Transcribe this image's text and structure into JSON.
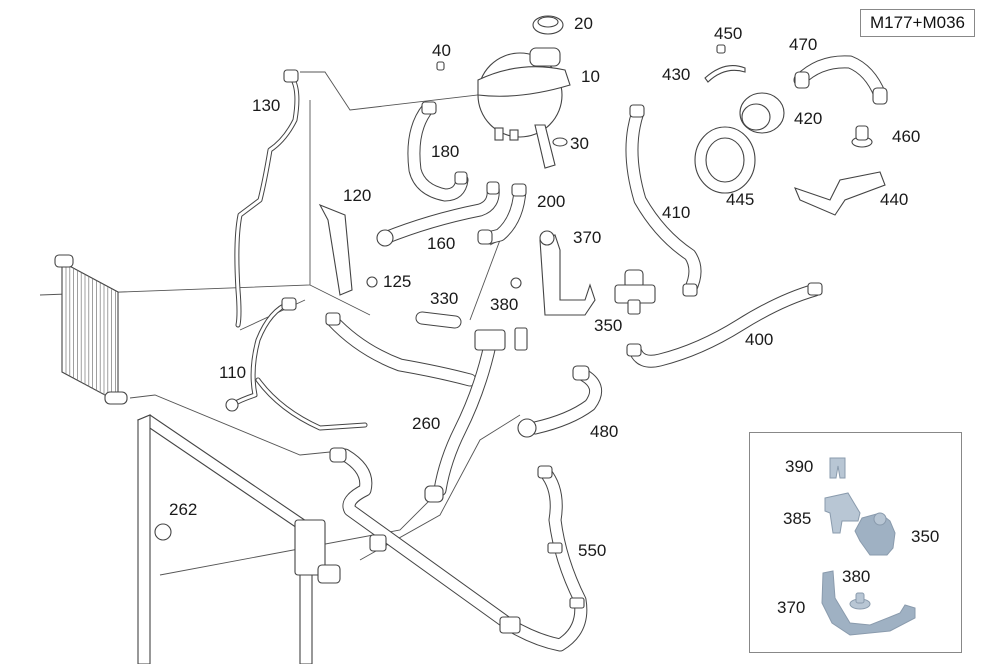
{
  "diagram": {
    "title": "Engine cooling system parts diagram",
    "model_code": "M177+M036",
    "labels": [
      {
        "id": "10",
        "text": "10"
      },
      {
        "id": "20",
        "text": "20"
      },
      {
        "id": "30",
        "text": "30"
      },
      {
        "id": "40",
        "text": "40"
      },
      {
        "id": "110",
        "text": "110"
      },
      {
        "id": "120",
        "text": "120"
      },
      {
        "id": "125",
        "text": "125"
      },
      {
        "id": "130",
        "text": "130"
      },
      {
        "id": "160",
        "text": "160"
      },
      {
        "id": "180",
        "text": "180"
      },
      {
        "id": "200",
        "text": "200"
      },
      {
        "id": "260",
        "text": "260"
      },
      {
        "id": "262",
        "text": "262"
      },
      {
        "id": "330",
        "text": "330"
      },
      {
        "id": "350",
        "text": "350"
      },
      {
        "id": "370",
        "text": "370"
      },
      {
        "id": "380",
        "text": "380"
      },
      {
        "id": "400",
        "text": "400"
      },
      {
        "id": "410",
        "text": "410"
      },
      {
        "id": "420",
        "text": "420"
      },
      {
        "id": "430",
        "text": "430"
      },
      {
        "id": "440",
        "text": "440"
      },
      {
        "id": "445",
        "text": "445"
      },
      {
        "id": "450",
        "text": "450"
      },
      {
        "id": "460",
        "text": "460"
      },
      {
        "id": "470",
        "text": "470"
      },
      {
        "id": "480",
        "text": "480"
      },
      {
        "id": "550",
        "text": "550"
      }
    ],
    "inset": {
      "labels": [
        {
          "id": "390",
          "text": "390"
        },
        {
          "id": "385",
          "text": "385"
        },
        {
          "id": "350",
          "text": "350"
        },
        {
          "id": "380",
          "text": "380"
        },
        {
          "id": "370",
          "text": "370"
        }
      ],
      "highlight_color": "#b8c6d4"
    }
  }
}
